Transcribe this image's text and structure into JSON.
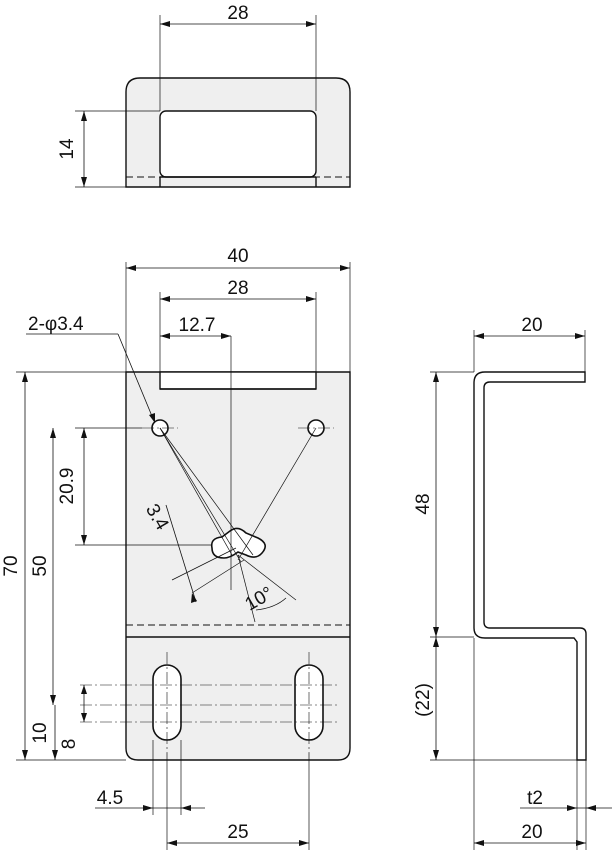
{
  "top_view": {
    "width_label": "28",
    "height_label": "14"
  },
  "front_view": {
    "overall_width_label": "40",
    "hole_spacing_label": "28",
    "offset_label": "12.7",
    "hole_callout": "2-φ3.4",
    "keyhole_width_label": "3.4",
    "keyhole_angle_label": "10°",
    "vertical_offset_label": "20.9",
    "overall_height_label": "70",
    "hole_height_label": "50",
    "slot_pos_label": "10",
    "slot_length_label": "8",
    "slot_width_label": "4.5",
    "slot_spacing_label": "25"
  },
  "side_view": {
    "flange_label": "20",
    "upper_height_label": "48",
    "lower_height_label": "(22)",
    "thickness_label": "t2",
    "base_width_label": "20"
  }
}
